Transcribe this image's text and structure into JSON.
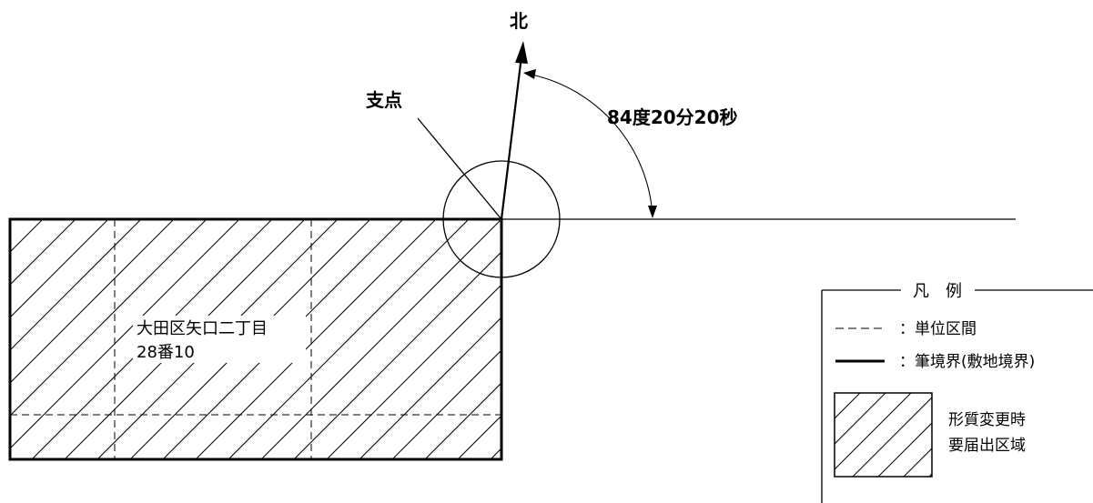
{
  "labels": {
    "north": "北",
    "fulcrum": "支点",
    "angle": "84度20分20秒",
    "address_line1": "大田区矢口二丁目",
    "address_line2": "28番10"
  },
  "legend": {
    "title": "凡　例",
    "dashed_item": "：単位区間",
    "solid_item": "：筆境界(敷地境界)",
    "hatch_line1": "形質変更時",
    "hatch_line2": "要届出区域"
  },
  "colors": {
    "line": "#000000",
    "background": "#ffffff"
  }
}
